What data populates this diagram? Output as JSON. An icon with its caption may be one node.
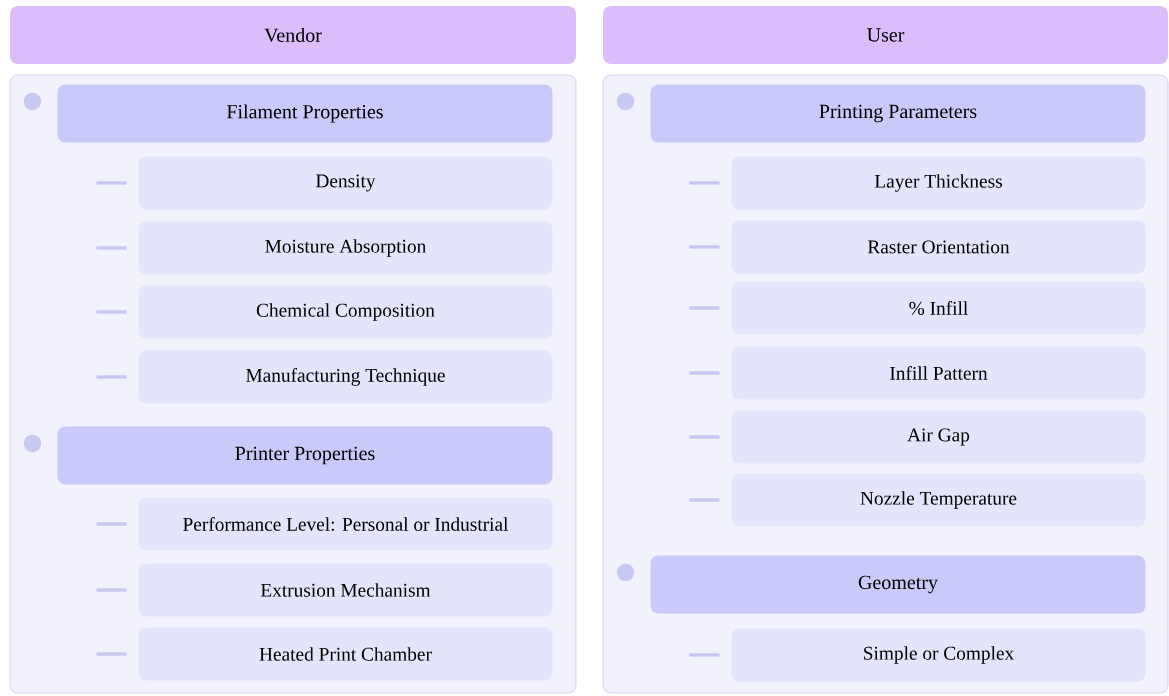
{
  "diagram": {
    "nodes": [
      {
        "text": [
          "Vendor"
        ]
      },
      {
        "text": [],
        "shape": "box"
      },
      {
        "text": [
          "Filament Properties"
        ],
        "in": 1
      },
      {
        "text": [
          "Density"
        ],
        "in": 1
      },
      {
        "text": [
          "Moisture Absorption"
        ],
        "in": 1
      },
      {
        "text": [
          "Chemical Composition"
        ],
        "in": 1
      },
      {
        "text": [
          "Manufacturing Technique"
        ],
        "in": 1
      },
      {
        "text": [
          "Printer Properties"
        ],
        "in": 1
      },
      {
        "text": [
          "Performance Level: Personal or Industrial"
        ],
        "in": 1
      },
      {
        "text": [
          "Extrusion Mechanism"
        ],
        "in": 1
      },
      {
        "text": [
          "Heated Print Chamber"
        ],
        "in": 1
      },
      {
        "text": [
          "User"
        ]
      },
      {
        "text": [],
        "shape": "box"
      },
      {
        "text": [
          "Printing Parameters"
        ],
        "in": 12
      },
      {
        "text": [
          "Layer Thickness"
        ],
        "in": 12
      },
      {
        "text": [
          "Raster Orientation"
        ],
        "in": 12
      },
      {
        "text": [
          "% Infill"
        ],
        "in": 12
      },
      {
        "text": [
          "Infill Pattern"
        ],
        "in": 12
      },
      {
        "text": [
          "Air Gap"
        ],
        "in": 12
      },
      {
        "text": [
          "Nozzle Temperature"
        ],
        "in": 12
      },
      {
        "text": [
          "Geometry"
        ],
        "in": 12
      },
      {
        "text": [
          "Simple or Complex"
        ],
        "in": 12
      }
    ]
  }
}
